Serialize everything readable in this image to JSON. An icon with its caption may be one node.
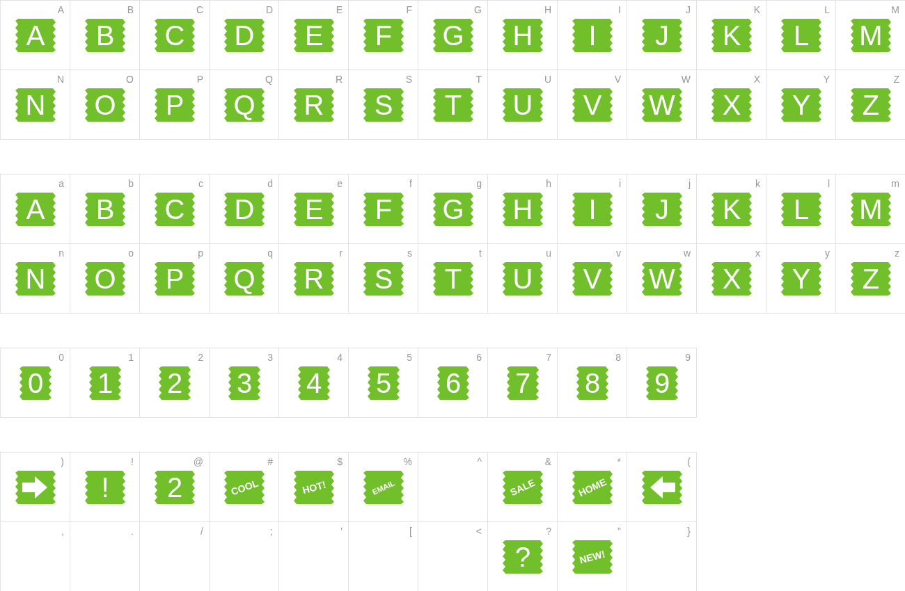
{
  "diagram": {
    "nodes": [
      {
        "text": [
          "A",
          "A"
        ]
      },
      {
        "text": [
          "B",
          "B"
        ]
      },
      {
        "text": [
          "C",
          "C"
        ]
      },
      {
        "text": [
          "D",
          "D"
        ]
      },
      {
        "text": [
          "E",
          "E"
        ]
      },
      {
        "text": [
          "F",
          "F"
        ]
      },
      {
        "text": [
          "G",
          "G"
        ]
      },
      {
        "text": [
          "H",
          "H"
        ]
      },
      {
        "text": [
          "I",
          "I"
        ]
      },
      {
        "text": [
          "J",
          "J"
        ]
      },
      {
        "text": [
          "K",
          "K"
        ]
      },
      {
        "text": [
          "L",
          "L"
        ]
      },
      {
        "text": [
          "M",
          "M"
        ]
      },
      {
        "text": [
          "N",
          "N"
        ]
      },
      {
        "text": [
          "O",
          "O"
        ]
      },
      {
        "text": [
          "P",
          "P"
        ]
      },
      {
        "text": [
          "Q",
          "Q"
        ]
      },
      {
        "text": [
          "R",
          "R"
        ]
      },
      {
        "text": [
          "S",
          "S"
        ]
      },
      {
        "text": [
          "T",
          "T"
        ]
      },
      {
        "text": [
          "U",
          "U"
        ]
      },
      {
        "text": [
          "V",
          "V"
        ]
      },
      {
        "text": [
          "W",
          "W"
        ]
      },
      {
        "text": [
          "X",
          "X"
        ]
      },
      {
        "text": [
          "Y",
          "Y"
        ]
      },
      {
        "text": [
          "Z",
          "Z"
        ]
      },
      {
        "text": [
          "a",
          "A"
        ]
      },
      {
        "text": [
          "b",
          "B"
        ]
      },
      {
        "text": [
          "c",
          "C"
        ]
      },
      {
        "text": [
          "d",
          "D"
        ]
      },
      {
        "text": [
          "e",
          "E"
        ]
      },
      {
        "text": [
          "f",
          "F"
        ]
      },
      {
        "text": [
          "g",
          "G"
        ]
      },
      {
        "text": [
          "h",
          "H"
        ]
      },
      {
        "text": [
          "i",
          "I"
        ]
      },
      {
        "text": [
          "j",
          "J"
        ]
      },
      {
        "text": [
          "k",
          "K"
        ]
      },
      {
        "text": [
          "l",
          "L"
        ]
      },
      {
        "text": [
          "m",
          "M"
        ]
      },
      {
        "text": [
          "n",
          "N"
        ]
      },
      {
        "text": [
          "o",
          "O"
        ]
      },
      {
        "text": [
          "p",
          "P"
        ]
      },
      {
        "text": [
          "q",
          "Q"
        ]
      },
      {
        "text": [
          "r",
          "R"
        ]
      },
      {
        "text": [
          "s",
          "S"
        ]
      },
      {
        "text": [
          "t",
          "T"
        ]
      },
      {
        "text": [
          "u",
          "U"
        ]
      },
      {
        "text": [
          "v",
          "V"
        ]
      },
      {
        "text": [
          "w",
          "W"
        ]
      },
      {
        "text": [
          "x",
          "X"
        ]
      },
      {
        "text": [
          "y",
          "Y"
        ]
      },
      {
        "text": [
          "z",
          "Z"
        ]
      },
      {
        "text": [
          "0",
          "0"
        ]
      },
      {
        "text": [
          "1",
          "1"
        ]
      },
      {
        "text": [
          "2",
          "2"
        ]
      },
      {
        "text": [
          "3",
          "3"
        ]
      },
      {
        "text": [
          "4",
          "4"
        ]
      },
      {
        "text": [
          "5",
          "5"
        ]
      },
      {
        "text": [
          "6",
          "6"
        ]
      },
      {
        "text": [
          "7",
          "7"
        ]
      },
      {
        "text": [
          "8",
          "8"
        ]
      },
      {
        "text": [
          "9",
          "9"
        ]
      },
      {
        "text": [
          ")"
        ]
      },
      {
        "text": [
          "!",
          "!"
        ]
      },
      {
        "text": [
          "@",
          "2"
        ]
      },
      {
        "text": [
          "#",
          "COOL"
        ]
      },
      {
        "text": [
          "$",
          "HOT!"
        ]
      },
      {
        "text": [
          "%",
          "EMAIL"
        ]
      },
      {
        "text": [
          "^"
        ]
      },
      {
        "text": [
          "&",
          "SALE"
        ]
      },
      {
        "text": [
          "*",
          "HOME"
        ]
      },
      {
        "text": [
          "("
        ]
      },
      {
        "text": [
          ","
        ]
      },
      {
        "text": [
          "."
        ]
      },
      {
        "text": [
          "/"
        ]
      },
      {
        "text": [
          ";"
        ]
      },
      {
        "text": [
          "'"
        ]
      },
      {
        "text": [
          "["
        ]
      },
      {
        "text": [
          "<"
        ]
      },
      {
        "text": [
          "?",
          "?"
        ]
      },
      {
        "text": [
          "\"",
          "NEW!"
        ]
      },
      {
        "text": [
          "}"
        ]
      }
    ]
  }
}
